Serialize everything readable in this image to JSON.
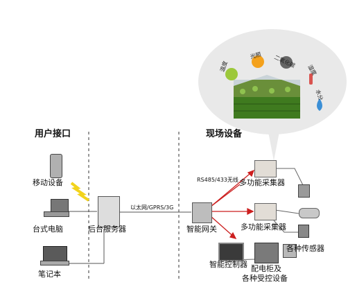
{
  "sections": {
    "user_interface": "用户接口",
    "field_equipment": "现场设备"
  },
  "devices": {
    "mobile": "移动设备",
    "desktop": "台式电脑",
    "laptop": "笔记本",
    "server": "后台服务器",
    "gateway": "智能网关",
    "collector_top": "多功能采集器",
    "collector_mid": "多功能采集器",
    "sensors": "各种传感器",
    "controller": "智能控制器",
    "cabinet_line1": "配电柜及",
    "cabinet_line2": "各种受控设备"
  },
  "links": {
    "network": "以太网/GPRS/3G",
    "wireless": "RS485/433无线"
  },
  "bubble": {
    "temperature": "温度",
    "light": "光照",
    "co2": "二氧化碳",
    "humidity": "湿度",
    "moisture": "水分"
  },
  "colors": {
    "dashed_divider": "#333333",
    "red_link": "#cc1f1f",
    "bubble_fill": "#e9e9e9",
    "signal_yellow": "#f2d31b"
  }
}
